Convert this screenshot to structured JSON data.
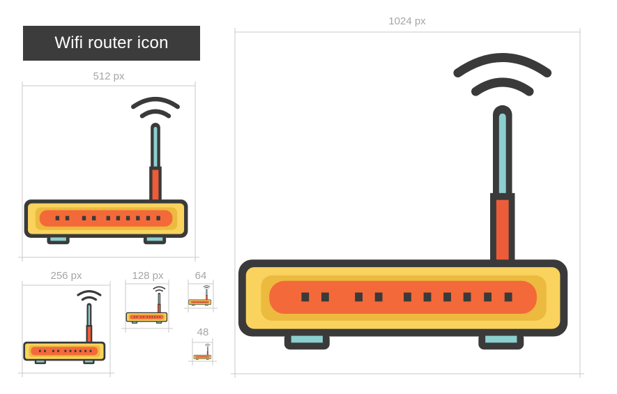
{
  "title": "Wifi router icon",
  "sizes": [
    {
      "id": "s1024",
      "label": "1024 px"
    },
    {
      "id": "s512",
      "label": "512 px"
    },
    {
      "id": "s256",
      "label": "256 px"
    },
    {
      "id": "s128",
      "label": "128 px"
    },
    {
      "id": "s64",
      "label": "64"
    },
    {
      "id": "s48",
      "label": "48"
    }
  ],
  "colors": {
    "background": "#ffffff",
    "banner": "#3c3c3c",
    "banner_text": "#ffffff",
    "outline": "#3a3a3a",
    "body": "#f9d35e",
    "body_inner": "#ecba3e",
    "panel": "#f4693a",
    "antenna_upper": "#8ccfd0",
    "antenna_lower": "#ed5c38",
    "feet": "#8ccfd0",
    "guide": "#c8c8c8",
    "label": "#a5a5a5"
  },
  "icon_parts": [
    "wifi-signal-icon",
    "antenna",
    "router-body",
    "indicator-lights",
    "feet"
  ]
}
